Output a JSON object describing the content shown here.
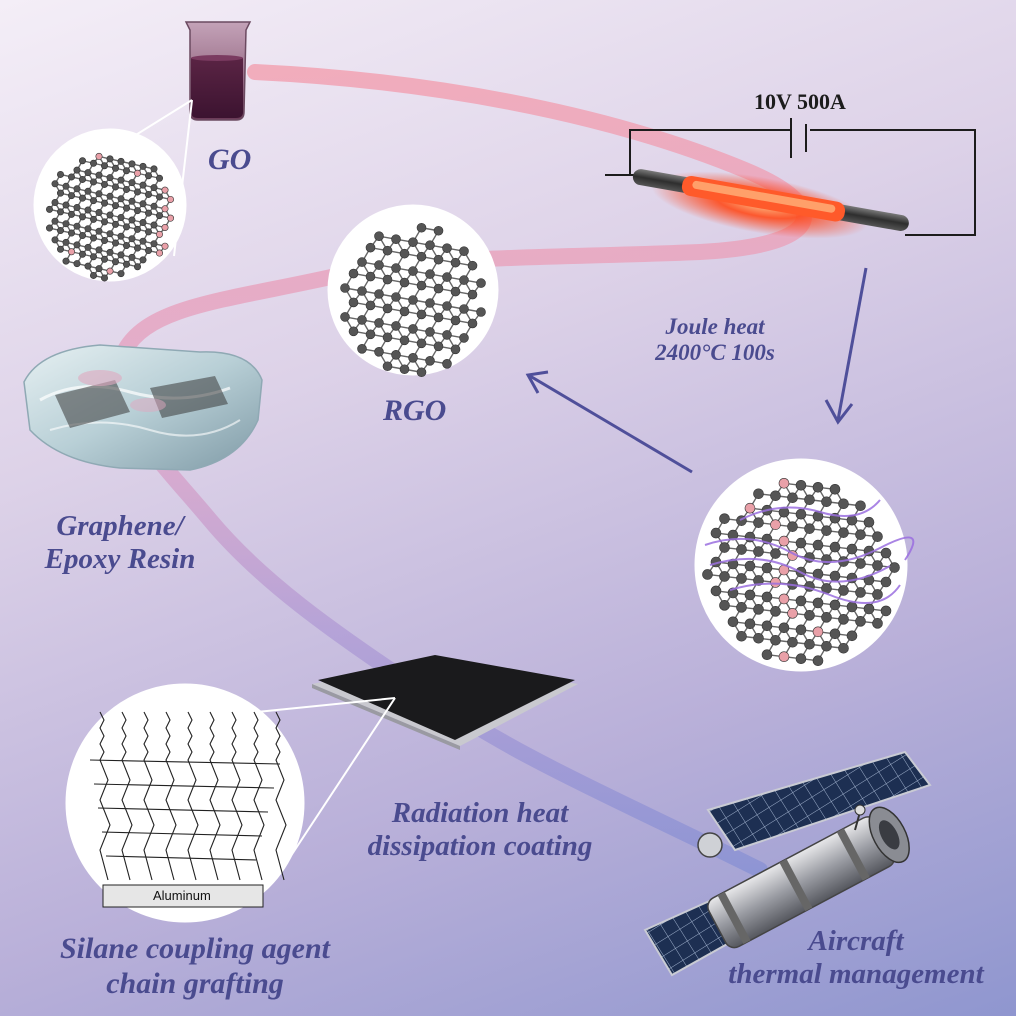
{
  "labels": {
    "go": "GO",
    "voltage": "10V 500A",
    "joule_heat_line1": "Joule heat",
    "joule_heat_line2": "2400°C 100s",
    "rgo": "RGO",
    "composite_line1": "Graphene/",
    "composite_line2": "Epoxy Resin",
    "coating_line1": "Radiation heat",
    "coating_line2": "dissipation coating",
    "silane_line1": "Silane coupling agent",
    "silane_line2": "chain grafting",
    "aircraft_line1": "Aircraft",
    "aircraft_line2": "thermal management",
    "aluminum": "Aluminum"
  },
  "colors": {
    "label_text": "#4a4b8f",
    "arrow": "#4f4f9a",
    "ribbon_start": "#f2a3b3",
    "ribbon_mid": "#c9a0d4",
    "ribbon_end": "#8a92d4",
    "heated_rod": "#ff4a1a",
    "carbon_atom": "#555555",
    "oxygen_atom": "#e9a0a8"
  },
  "icons": [
    "beaker-icon",
    "electric-circuit-icon",
    "graphite-rod-icon",
    "graphene-lattice-icon",
    "epoxy-block-icon",
    "coating-sheet-icon",
    "silane-structure-icon",
    "satellite-icon"
  ]
}
